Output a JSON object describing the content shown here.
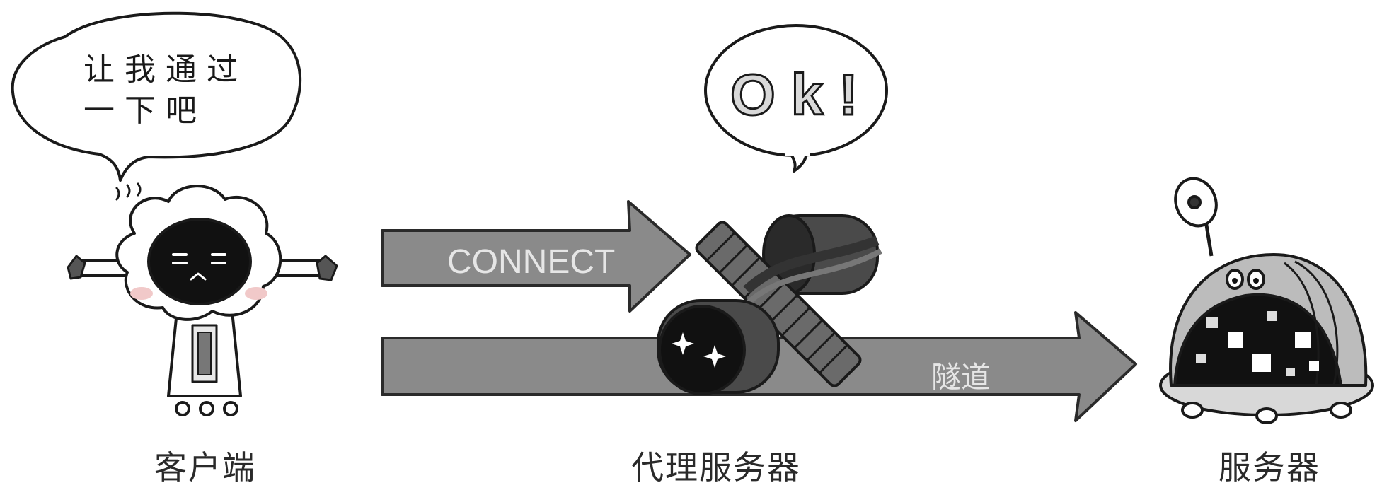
{
  "client_bubble": {
    "line1": "让我通过",
    "line2": "一下吧"
  },
  "proxy_bubble": {
    "text": "Ok!"
  },
  "arrows": {
    "connect_label": "CONNECT",
    "tunnel_label": "隧道"
  },
  "captions": {
    "client": "客户端",
    "proxy": "代理服务器",
    "server": "服务器"
  },
  "colors": {
    "arrow_fill": "#8a8a8a",
    "arrow_stroke": "#2a2a2a",
    "ink": "#1a1a1a",
    "cheek": "#f1c9c9"
  }
}
